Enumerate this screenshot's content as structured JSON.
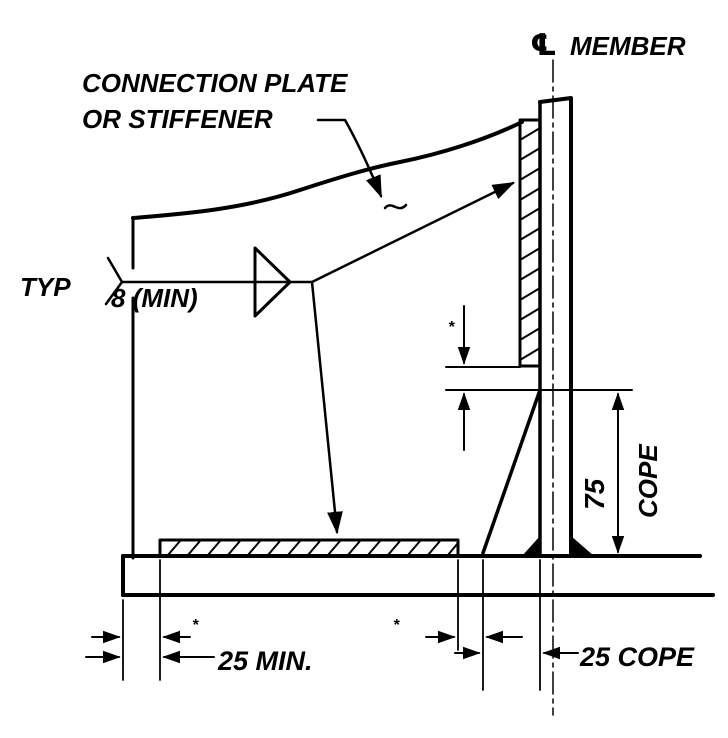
{
  "labels": {
    "centerline_symbol": "℄",
    "member": "MEMBER",
    "plate_line1": "CONNECTION PLATE",
    "plate_line2": "OR STIFFENER",
    "typ": "TYP",
    "weld_size": "8 (MIN)",
    "clip_star": "*",
    "bottom_star_left": "*",
    "bottom_star_right": "*",
    "cope_dim_value": "75",
    "cope_dim_label": "COPE",
    "bottom_left_dim": "25 MIN.",
    "bottom_right_dim": "25 COPE"
  },
  "colors": {
    "ink": "#000000",
    "paper": "#ffffff"
  }
}
